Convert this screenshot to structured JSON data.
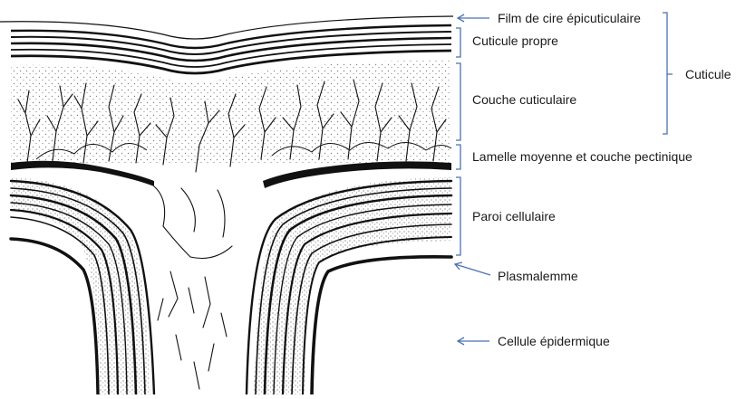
{
  "labels": {
    "wax_film": "Film de cire épicuticulaire",
    "cuticle_proper": "Cuticule propre",
    "cuticular_layer": "Couche cuticulaire",
    "cuticle": "Cuticule",
    "middle_lamella": "Lamelle moyenne et couche pectinique",
    "cell_wall": "Paroi cellulaire",
    "plasmalemma": "Plasmalemme",
    "epidermal_cell": "Cellule épidermique"
  },
  "colors": {
    "ink": "#111111",
    "annotation": "#4a72b0",
    "background": "#ffffff"
  }
}
